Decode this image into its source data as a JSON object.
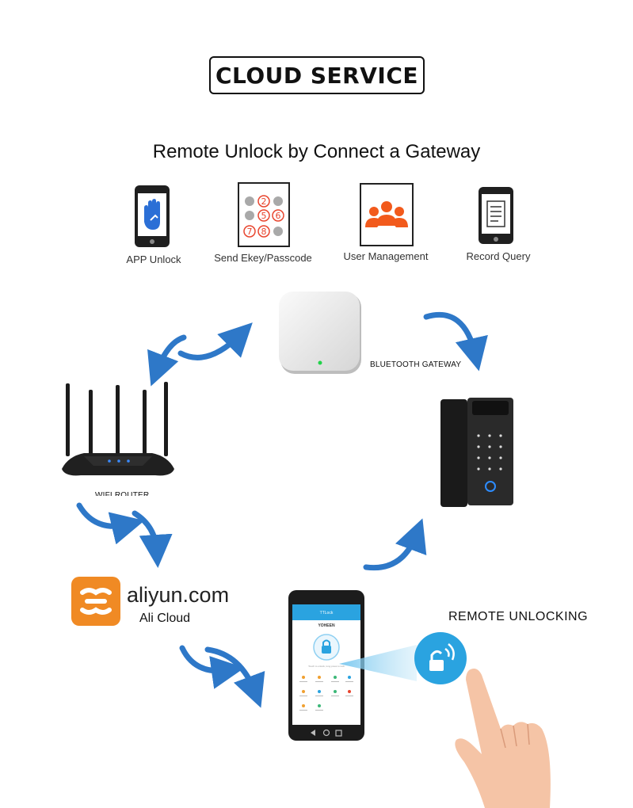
{
  "header": {
    "title": "CLOUD SERVICE"
  },
  "subtitle": "Remote Unlock by Connect a Gateway",
  "features": [
    {
      "label": "APP Unlock",
      "icon": "phone-hand-icon"
    },
    {
      "label": "Send Ekey/Passcode",
      "icon": "keypad-icon"
    },
    {
      "label": "User Management",
      "icon": "users-icon"
    },
    {
      "label": "Record Query",
      "icon": "phone-document-icon"
    }
  ],
  "keypad_digits": [
    "2",
    "5",
    "6",
    "7",
    "8"
  ],
  "gateway": {
    "label": "BLUETOOTH GATEWAY"
  },
  "router": {
    "label": "WIFI ROUTER"
  },
  "cloud": {
    "brand": "aliyun.com",
    "name": "Ali Cloud"
  },
  "remote": {
    "label": "REMOTE UNLOCKING"
  },
  "app_screen": {
    "app_name": "TTLock",
    "lock_name": "YOHEEN",
    "hint": "Touch to unlock, long press to lock"
  },
  "colors": {
    "arrow_blue": "#2e78c8",
    "ali_orange": "#f08a24",
    "accent_orange": "#f25a1c",
    "keypad_red": "#e8452e",
    "app_blue": "#2aa3e0"
  }
}
